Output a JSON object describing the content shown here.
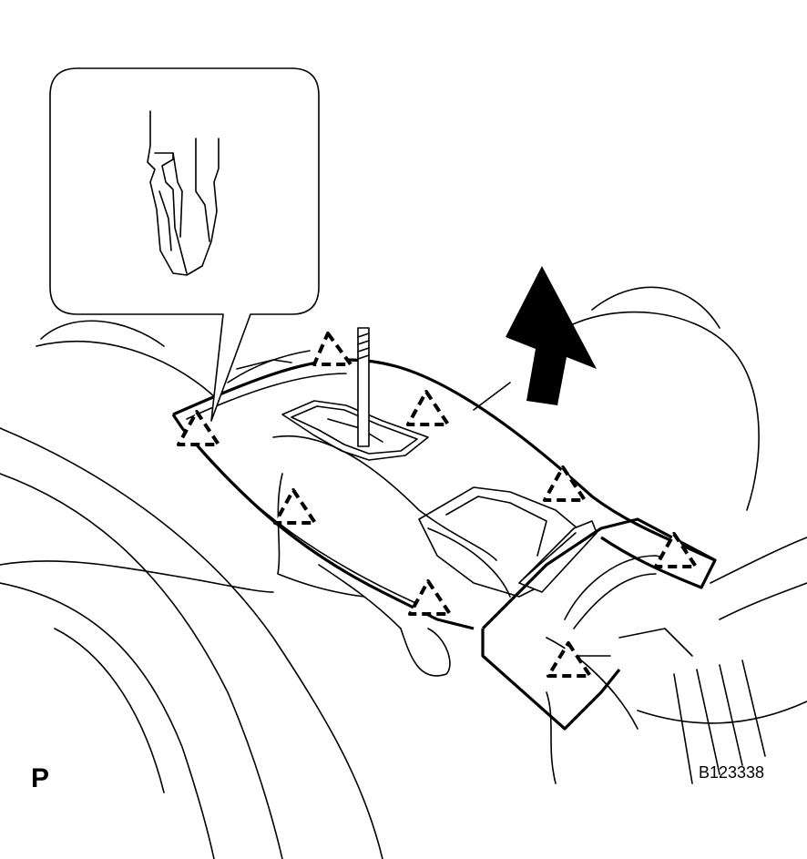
{
  "figure": {
    "view_label": "P",
    "figure_id": "B123338"
  },
  "icons": {
    "lift_arrow": "arrow-up-icon",
    "clip_marker": "dashed-triangle-clip-icon",
    "detail_inset": "clip-detail-callout"
  }
}
